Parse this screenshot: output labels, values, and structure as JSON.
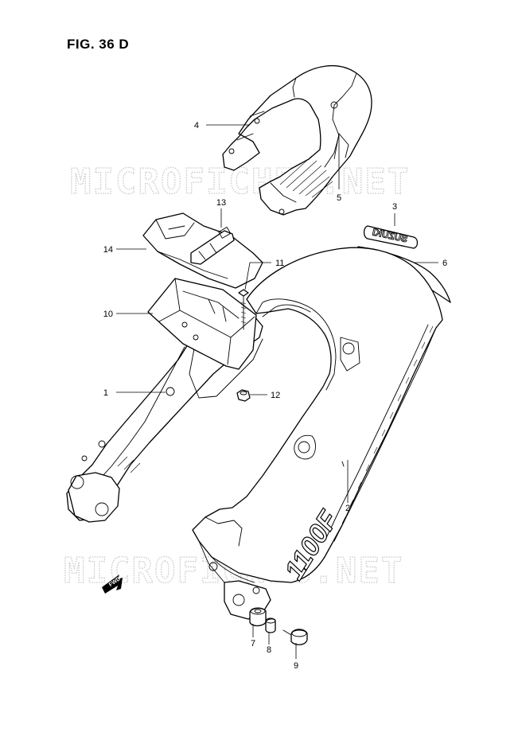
{
  "figure": {
    "title": "FIG. 36 D",
    "watermark": "MICROFICHES.NET",
    "decal_model": "1100F",
    "decal_brand": "SUZUKI",
    "direction_label": "FWD"
  },
  "callouts": [
    {
      "id": "c1",
      "label": "1"
    },
    {
      "id": "c2",
      "label": "2"
    },
    {
      "id": "c3",
      "label": "3"
    },
    {
      "id": "c4",
      "label": "4"
    },
    {
      "id": "c5",
      "label": "5"
    },
    {
      "id": "c6",
      "label": "6"
    },
    {
      "id": "c7",
      "label": "7"
    },
    {
      "id": "c8",
      "label": "8"
    },
    {
      "id": "c9",
      "label": "9"
    },
    {
      "id": "c10",
      "label": "10"
    },
    {
      "id": "c11",
      "label": "11"
    },
    {
      "id": "c12",
      "label": "12"
    },
    {
      "id": "c13",
      "label": "13"
    },
    {
      "id": "c14",
      "label": "14"
    }
  ]
}
